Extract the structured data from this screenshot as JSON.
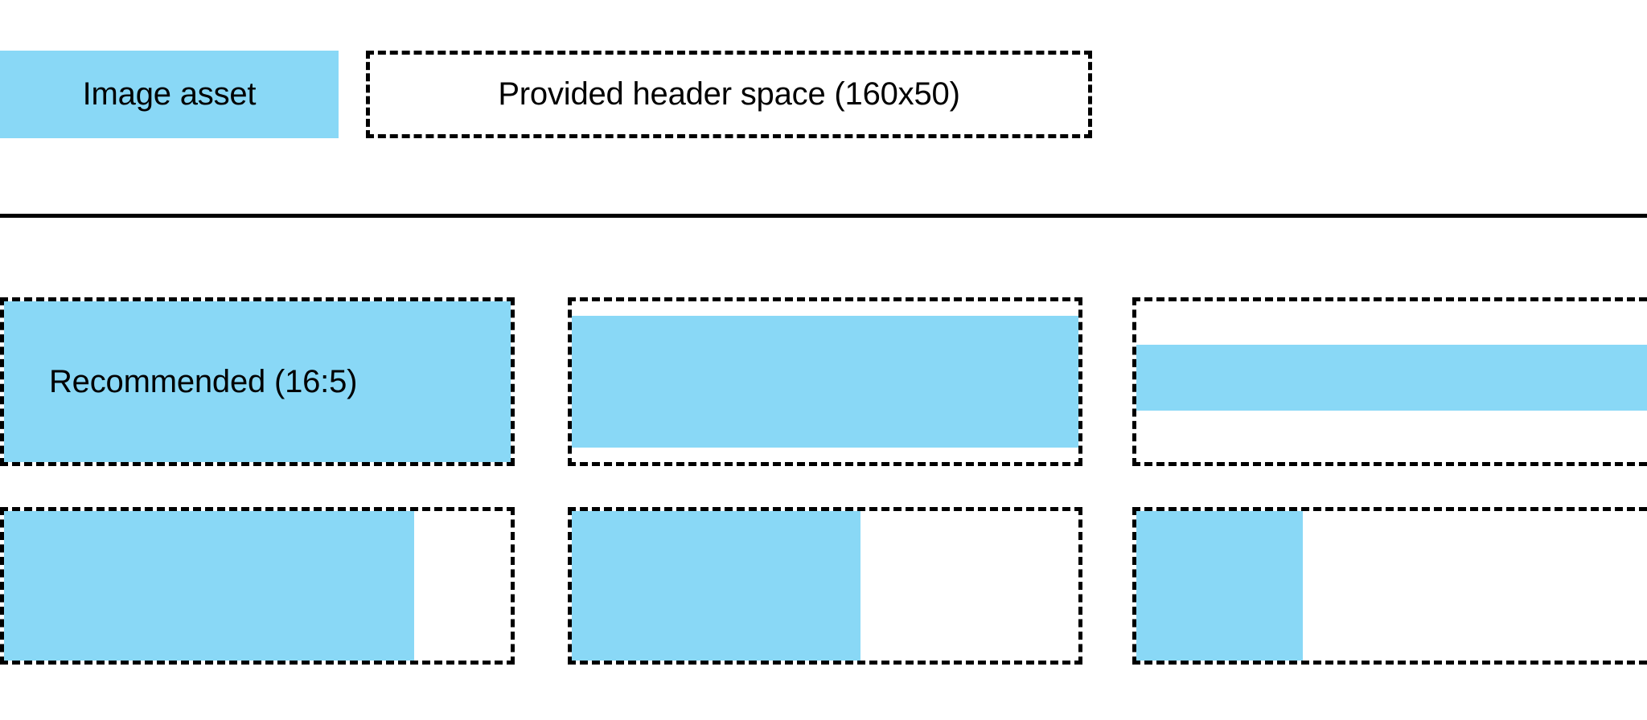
{
  "legend": {
    "swatch_label": "Image asset",
    "box_label": "Provided header space (160x50)",
    "swatch_color": "#89D8F6",
    "outline_color": "#000000"
  },
  "divider": {
    "color": "#000000"
  },
  "grid": {
    "rows": [
      {
        "name": "aspect-ratio-row",
        "cells": [
          {
            "name": "recommended-16-5",
            "label": "Recommended (16:5)",
            "fill_left_pct": 0,
            "fill_top_pct": 0,
            "fill_width_pct": 100,
            "fill_height_pct": 100
          },
          {
            "name": "shorter-fill",
            "label": "",
            "fill_left_pct": 0,
            "fill_top_pct": 9,
            "fill_width_pct": 100,
            "fill_height_pct": 82
          },
          {
            "name": "band-fill",
            "label": "",
            "fill_left_pct": 0,
            "fill_top_pct": 27,
            "fill_width_pct": 100,
            "fill_height_pct": 41
          }
        ]
      },
      {
        "name": "width-variation-row",
        "cells": [
          {
            "name": "width-80",
            "label": "",
            "fill_left_pct": 0,
            "fill_top_pct": 0,
            "fill_width_pct": 81,
            "fill_height_pct": 100
          },
          {
            "name": "width-57",
            "label": "",
            "fill_left_pct": 0,
            "fill_top_pct": 0,
            "fill_width_pct": 57,
            "fill_height_pct": 100
          },
          {
            "name": "width-30",
            "label": "",
            "fill_left_pct": 0,
            "fill_top_pct": 0,
            "fill_width_pct": 30,
            "fill_height_pct": 100
          }
        ]
      }
    ]
  }
}
